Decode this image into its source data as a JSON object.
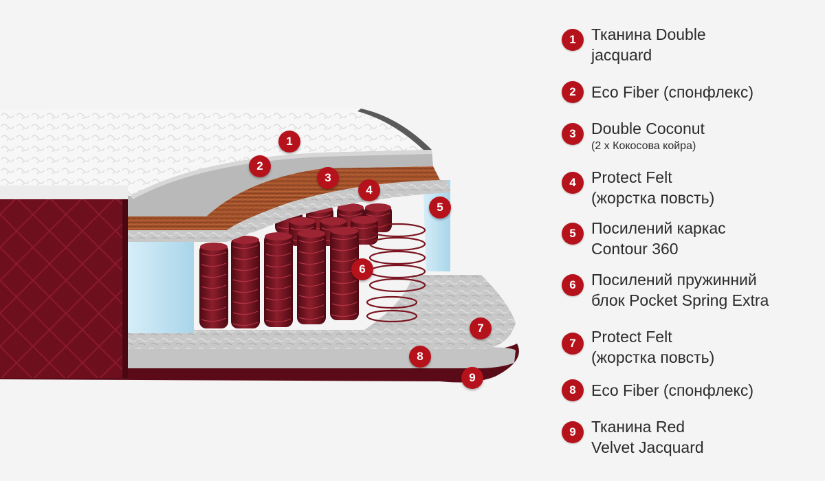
{
  "colors": {
    "badge": "#b5121b",
    "velvet": "#6e0f1e",
    "velvet_dark": "#4a0812",
    "jacquard": "#f6f6f6",
    "eco_fiber": "#b9b9b9",
    "coconut": "#a0502a",
    "felt": "#c9c9c9",
    "contour_foam": "#bfe0ef",
    "spring": "#7a1520",
    "text": "#2b2b2b"
  },
  "diagram_markers": [
    "1",
    "2",
    "3",
    "4",
    "5",
    "6",
    "7",
    "8",
    "9"
  ],
  "legend": [
    {
      "number": "1",
      "lines": [
        "Тканина Double",
        "jacquard"
      ]
    },
    {
      "number": "2",
      "lines": [
        "Eco Fiber (спонфлекс)"
      ]
    },
    {
      "number": "3",
      "lines": [
        "Double Coconut"
      ],
      "sub": "(2 х Кокосова койра)"
    },
    {
      "number": "4",
      "lines": [
        "Protect Felt",
        "(жорстка повсть)"
      ]
    },
    {
      "number": "5",
      "lines": [
        "Посилений каркас",
        "Contour 360"
      ]
    },
    {
      "number": "6",
      "lines": [
        "Посилений пружинний",
        "блок Pocket Spring Extra"
      ]
    },
    {
      "number": "7",
      "lines": [
        "Protect Felt",
        "(жорстка повсть)"
      ]
    },
    {
      "number": "8",
      "lines": [
        "Eco Fiber (спонфлекс)"
      ]
    },
    {
      "number": "9",
      "lines": [
        "Тканина Red",
        "Velvet Jacquard"
      ]
    }
  ]
}
